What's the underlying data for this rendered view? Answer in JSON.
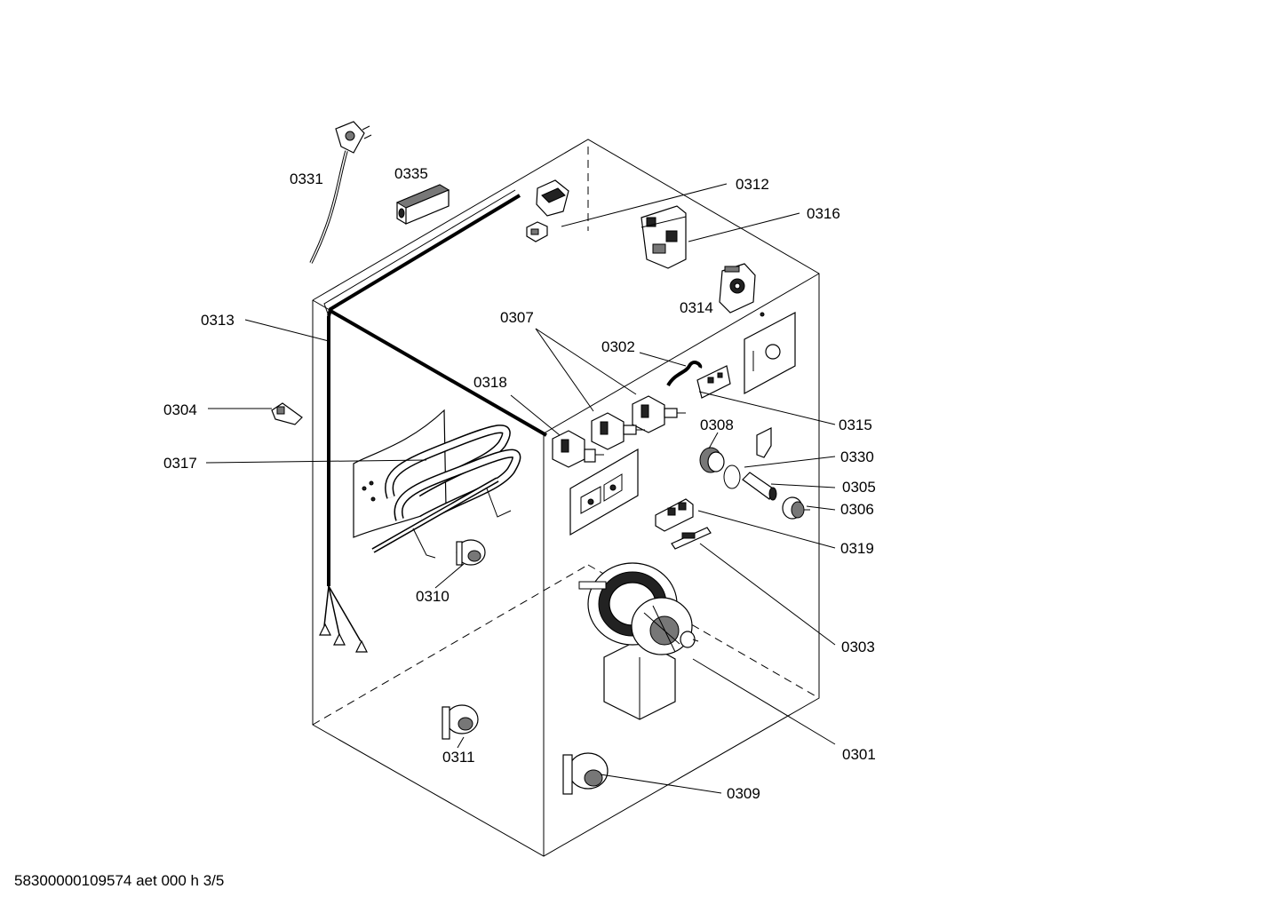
{
  "drawing": {
    "footer": "58300000109574 aet 000 h 3/5",
    "parts": [
      {
        "id": "p0331",
        "label": "0331"
      },
      {
        "id": "p0335",
        "label": "0335"
      },
      {
        "id": "p0312",
        "label": "0312"
      },
      {
        "id": "p0316",
        "label": "0316"
      },
      {
        "id": "p0314",
        "label": "0314"
      },
      {
        "id": "p0313",
        "label": "0313"
      },
      {
        "id": "p0307",
        "label": "0307"
      },
      {
        "id": "p0302",
        "label": "0302"
      },
      {
        "id": "p0318",
        "label": "0318"
      },
      {
        "id": "p0315",
        "label": "0315"
      },
      {
        "id": "p0304",
        "label": "0304"
      },
      {
        "id": "p0308",
        "label": "0308"
      },
      {
        "id": "p0330",
        "label": "0330"
      },
      {
        "id": "p0317",
        "label": "0317"
      },
      {
        "id": "p0305",
        "label": "0305"
      },
      {
        "id": "p0306",
        "label": "0306"
      },
      {
        "id": "p0319",
        "label": "0319"
      },
      {
        "id": "p0310",
        "label": "0310"
      },
      {
        "id": "p0303",
        "label": "0303"
      },
      {
        "id": "p0301",
        "label": "0301"
      },
      {
        "id": "p0311",
        "label": "0311"
      },
      {
        "id": "p0309",
        "label": "0309"
      }
    ]
  }
}
